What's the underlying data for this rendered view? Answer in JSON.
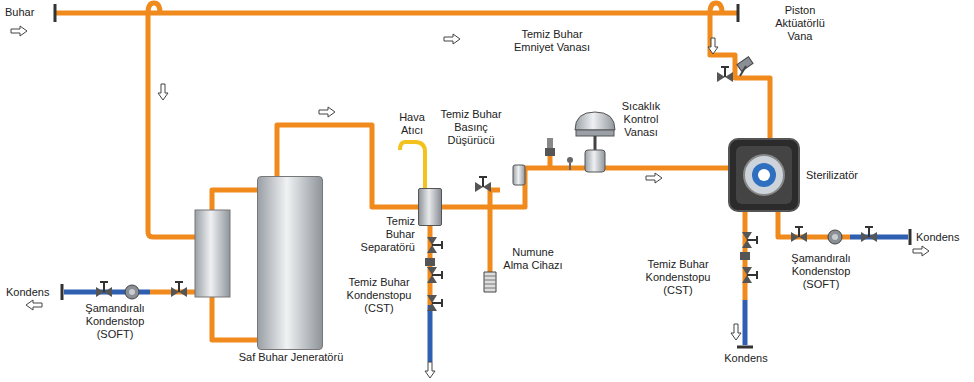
{
  "diagram": {
    "nodes": [
      {
        "text": [
          "Saf Buhar Jeneratörü"
        ]
      },
      {
        "text": [
          "Temiz Buhar Separatörü"
        ]
      },
      {
        "text": [
          "Sterilizatör"
        ]
      }
    ],
    "edges": [
      {
        "from": 0,
        "to": 1,
        "arrow": "none"
      },
      {
        "from": 1,
        "to": 2,
        "arrow": "none"
      }
    ],
    "labels": [
      "Buhar",
      "Piston Aktüatörlü Vana",
      "Temiz Buhar Emniyet Vanası",
      "Sıcaklık Kontrol Vanası",
      "Hava Atıcı",
      "Temiz Buhar Basınç Düşürücü",
      "Şamandıralı Kondenstop (SOFT)",
      "Kondens",
      "Temiz Buhar Kondenstopu (CST)",
      "Numune Alma Cihazı",
      "Temiz Buhar Kondenstopu (CST)",
      "Kondens",
      "Şamandıralı Kondenstop (SOFT)",
      "Kondens"
    ]
  }
}
